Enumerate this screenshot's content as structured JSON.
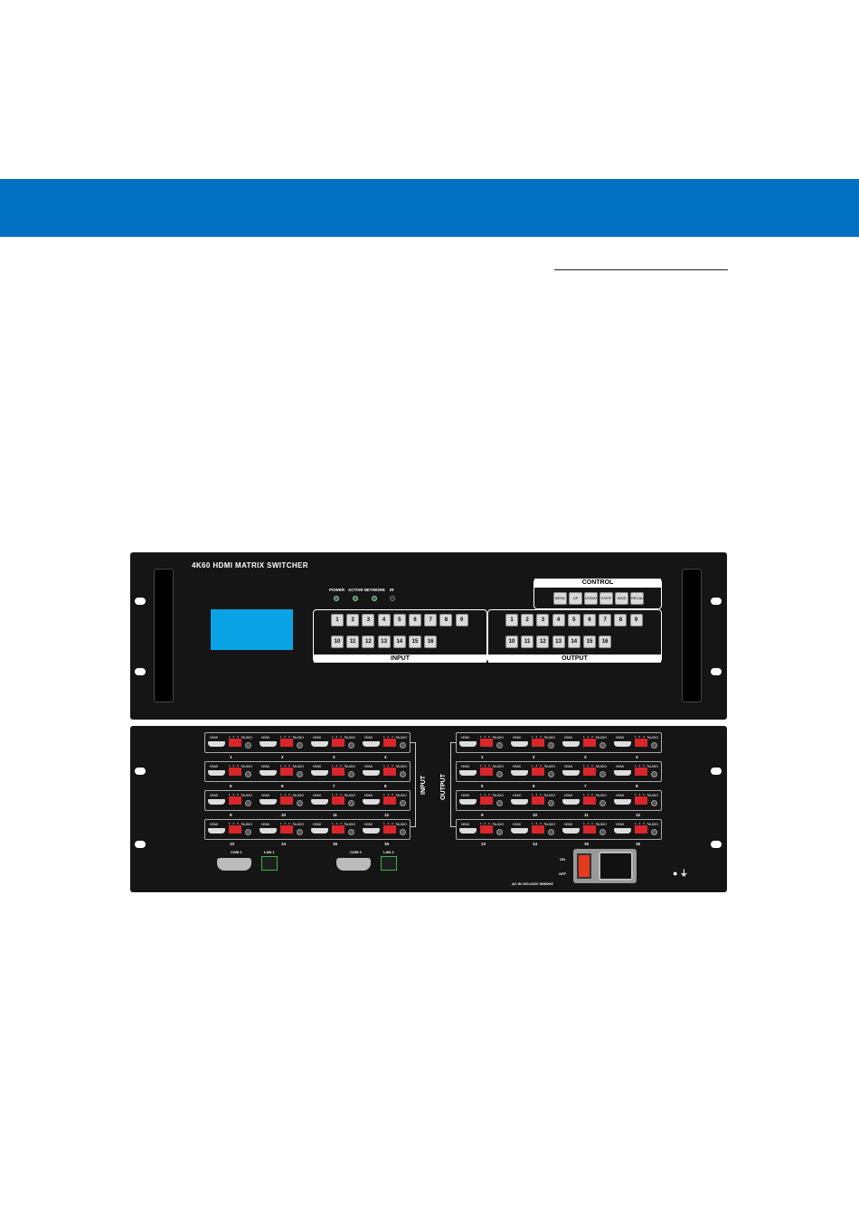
{
  "device_title": "4K60 HDMI MATRIX SWITCHER",
  "leds": [
    "POWER",
    "ACTIVE NETWORK",
    "IR"
  ],
  "control_title": "CONTROL",
  "control_keys": [
    "MENU",
    "UP",
    "DOWN",
    "ENTR",
    "SAVE",
    "RECALL"
  ],
  "input_label": "INPUT",
  "output_label": "OUTPUT",
  "keys_row1": [
    "1",
    "2",
    "3",
    "4",
    "5",
    "6",
    "7",
    "8",
    "9"
  ],
  "keys_row2": [
    "10",
    "11",
    "12",
    "13",
    "14",
    "15",
    "16"
  ],
  "rear": {
    "port_hdmi": "HDMI",
    "port_audio": "AUDIO",
    "dip_dots": "1 2 3 4",
    "numbers": [
      [
        "1",
        "2",
        "3",
        "4"
      ],
      [
        "5",
        "6",
        "7",
        "8"
      ],
      [
        "9",
        "10",
        "11",
        "12"
      ],
      [
        "13",
        "14",
        "15",
        "16"
      ]
    ],
    "com1": "COM 1",
    "lan1": "LAN 1",
    "com2": "COM 2",
    "lan2": "LAN 2",
    "on": "ON",
    "off": "OFF",
    "ac_in": "AC IN 100-240V 50/60HZ"
  }
}
